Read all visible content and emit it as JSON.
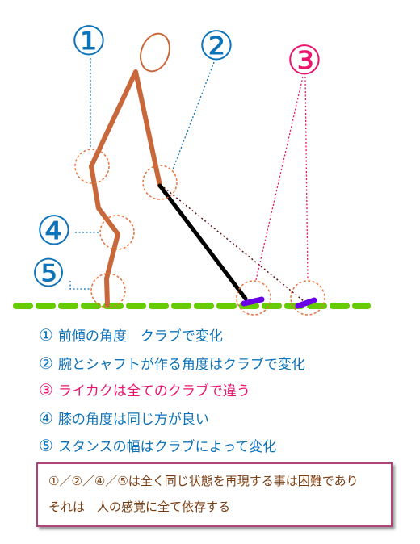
{
  "colors": {
    "label_blue": "#0e73b8",
    "label_pink": "#e8146e",
    "body_orange": "#c8683a",
    "club_black": "#000000",
    "club_head_purple": "#6a00e6",
    "ground_green": "#66cc00",
    "box_border": "#b2437a",
    "box_text": "#7a3d12"
  },
  "diagram": {
    "markers": [
      {
        "id": "1",
        "symbol": "①",
        "color": "#0e73b8"
      },
      {
        "id": "2",
        "symbol": "②",
        "color": "#0e73b8"
      },
      {
        "id": "3",
        "symbol": "③",
        "color": "#e8146e"
      },
      {
        "id": "4",
        "symbol": "④",
        "color": "#0e73b8"
      },
      {
        "id": "5",
        "symbol": "⑤",
        "color": "#0e73b8"
      }
    ]
  },
  "legend": [
    {
      "num": "①",
      "text": "前傾の角度　クラブで変化",
      "color": "#0e73b8"
    },
    {
      "num": "②",
      "text": "腕とシャフトが作る角度はクラブで変化",
      "color": "#0e73b8"
    },
    {
      "num": "③",
      "text": "ライカクは全てのクラブで違う",
      "color": "#e8146e"
    },
    {
      "num": "④",
      "text": "膝の角度は同じ方が良い",
      "color": "#0e73b8"
    },
    {
      "num": "⑤",
      "text": "スタンスの幅はクラブによって変化",
      "color": "#0e73b8"
    }
  ],
  "note": {
    "line1": "①／②／④／⑤は全く同じ状態を再現する事は困難であり",
    "line2": "それは　人の感覚に全て依存する"
  }
}
